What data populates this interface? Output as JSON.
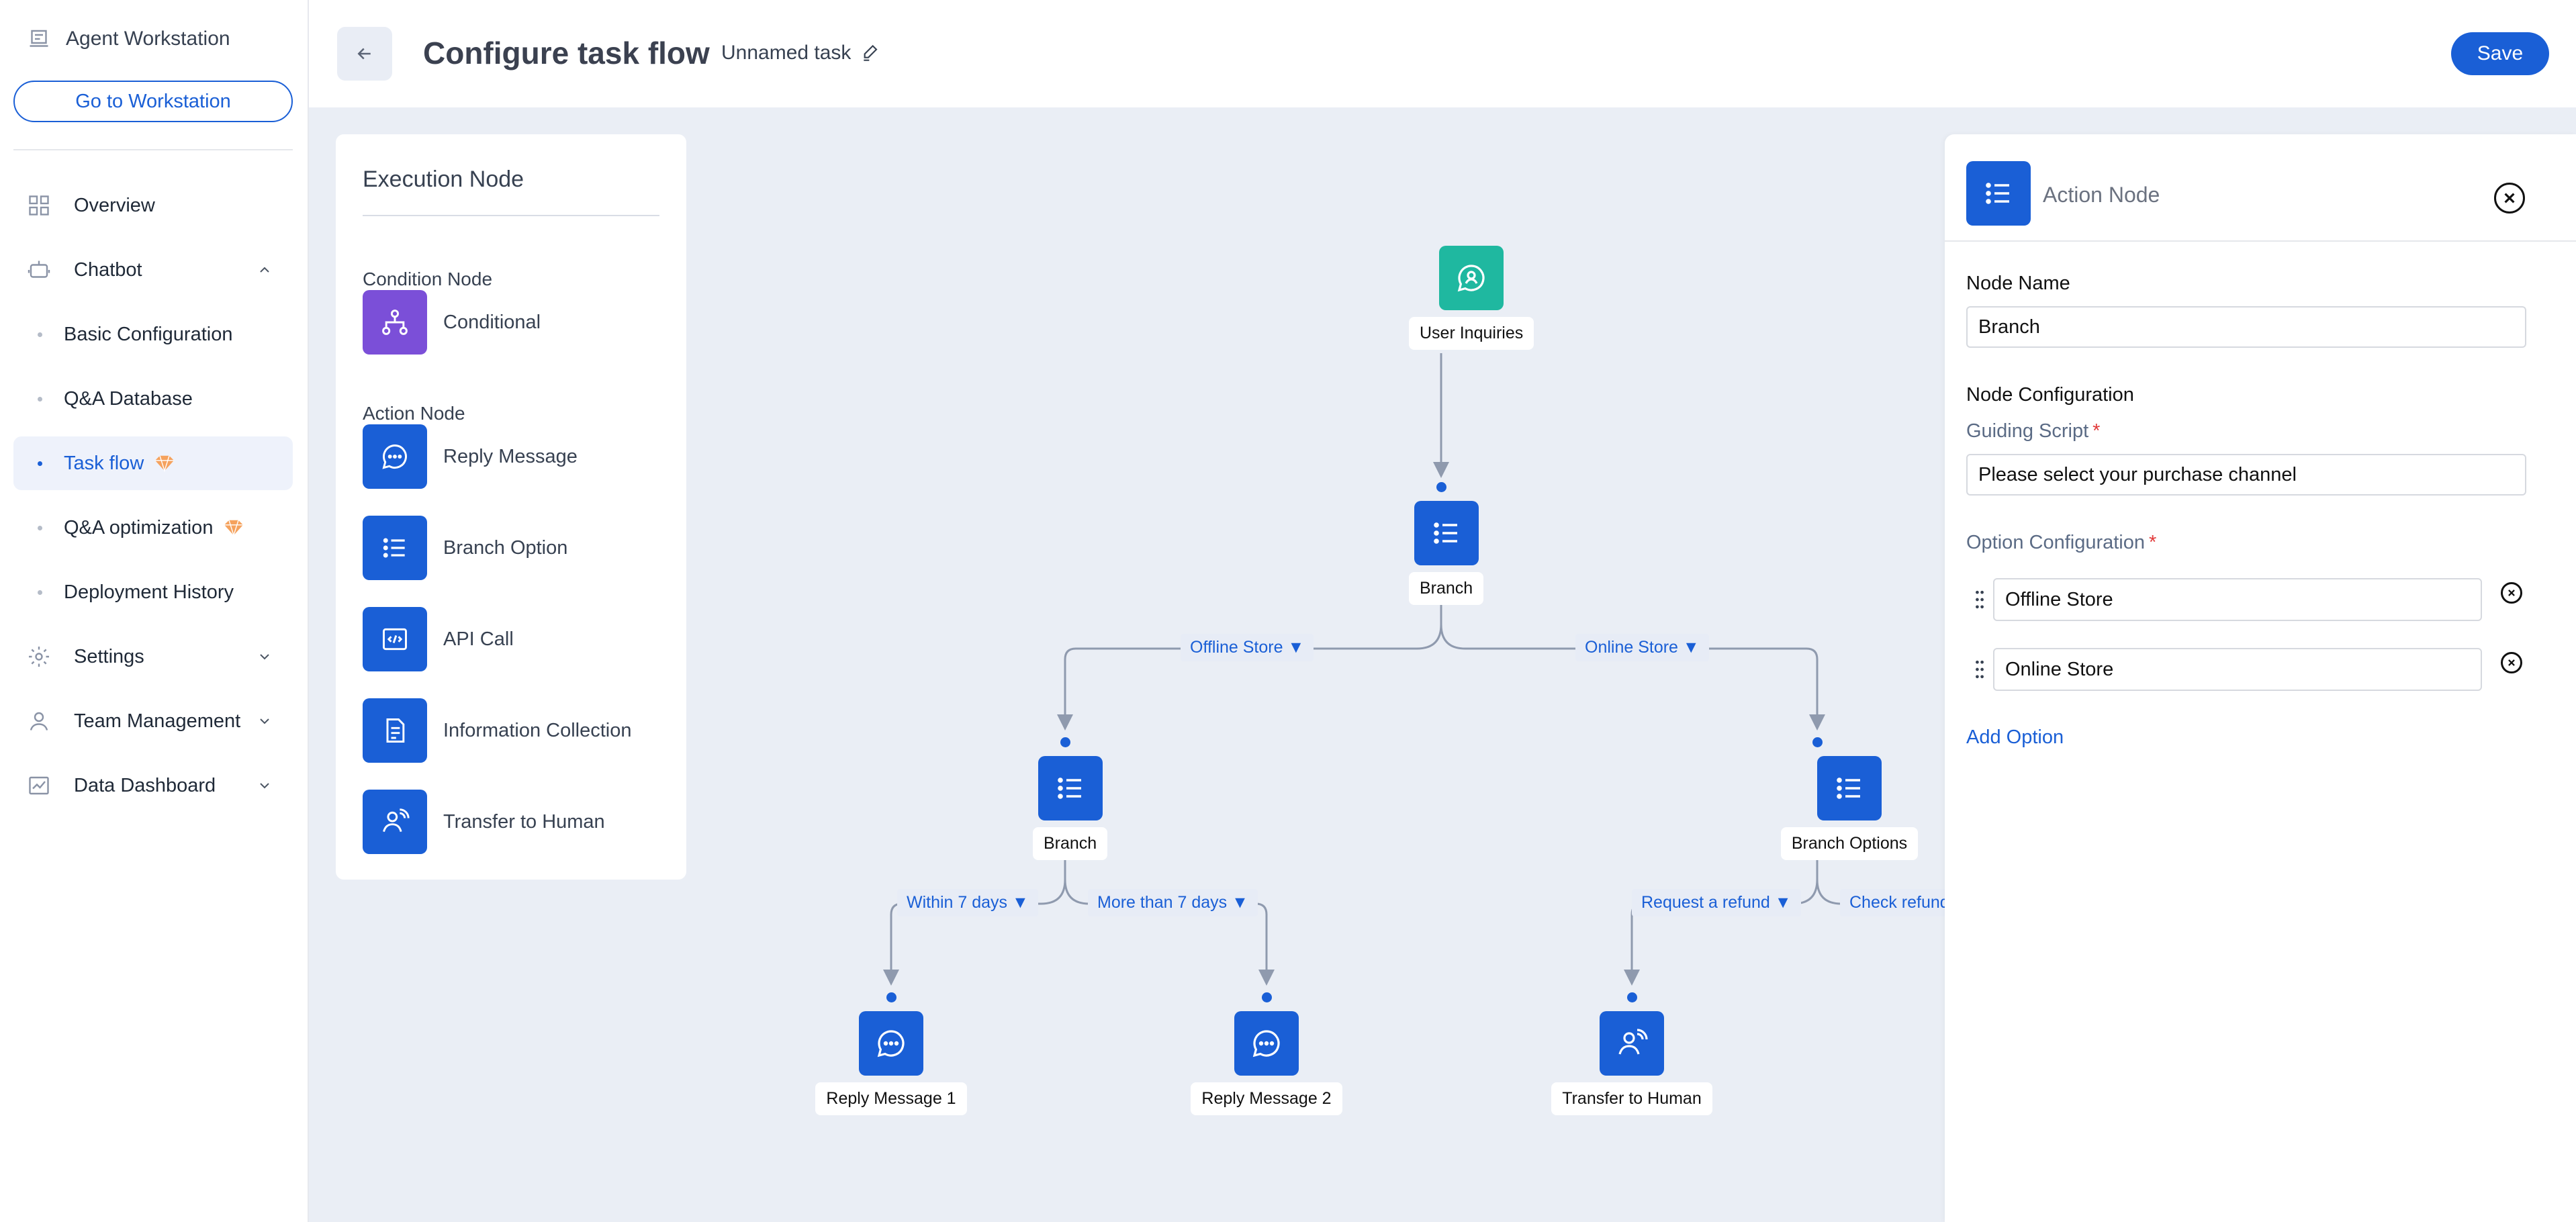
{
  "sidebar": {
    "brand": "Agent Workstation",
    "goto_label": "Go to Workstation",
    "overview": "Overview",
    "chatbot": "Chatbot",
    "chatbot_items": [
      "Basic Configuration",
      "Q&A Database",
      "Task flow",
      "Q&A optimization",
      "Deployment History"
    ],
    "settings": "Settings",
    "team": "Team Management",
    "dashboard": "Data Dashboard"
  },
  "header": {
    "title": "Configure task flow",
    "task_name": "Unnamed task",
    "save_label": "Save"
  },
  "palette": {
    "title": "Execution Node",
    "condition_section": "Condition Node",
    "conditional": "Conditional",
    "action_section": "Action Node",
    "reply": "Reply Message",
    "branch": "Branch Option",
    "api": "API Call",
    "info": "Information Collection",
    "transfer": "Transfer to Human"
  },
  "flow": {
    "user_inquiries": "User Inquiries",
    "branch_root": "Branch",
    "edge_offline": "Offline Store ▼",
    "edge_online": "Online Store ▼",
    "branch_left": "Branch",
    "branch_right": "Branch Options",
    "edge_within": "Within 7 days ▼",
    "edge_more": "More than 7 days ▼",
    "edge_refund": "Request a refund ▼",
    "edge_check": "Check refund p",
    "reply1": "Reply Message 1",
    "reply2": "Reply Message 2",
    "transfer": "Transfer to Human"
  },
  "panel": {
    "title": "Action Node",
    "node_name_label": "Node Name",
    "node_name_value": "Branch",
    "node_config_label": "Node Configuration",
    "guiding_label": "Guiding Script",
    "required_mark": "*",
    "guiding_value": "Please select your purchase channel",
    "option_label": "Option Configuration",
    "options": [
      "Offline Store",
      "Online Store"
    ],
    "add_option": "Add Option"
  },
  "colors": {
    "accent": "#1a5fd6",
    "teal": "#1fb8a0",
    "purple": "#7b4fd8",
    "canvas": "#eaeef5",
    "premium": "#f5a25d"
  }
}
